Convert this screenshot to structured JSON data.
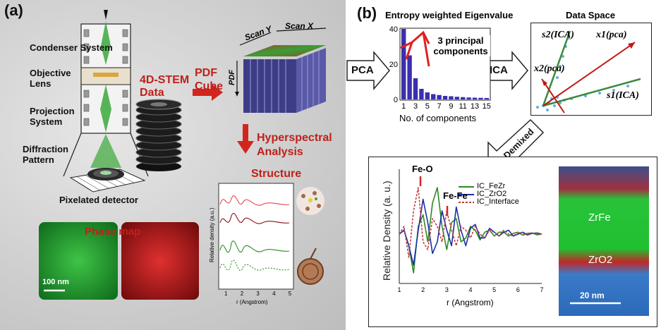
{
  "panel_a": {
    "label": "(a)",
    "microscope": {
      "condenser": "Condenser System",
      "objective": "Objective Lens",
      "projection": "Projection System",
      "diffraction": "Diffraction Pattern",
      "detector": "Pixelated detector"
    },
    "data_label": "4D-STEM Data",
    "pdf_cube_label": "PDF Cube",
    "cube_axes": {
      "scan_y": "Scan Y",
      "scan_x": "Scan X",
      "pdf": "PDF"
    },
    "hyperspectral": "Hyperspectral Analysis",
    "structure": "Structure",
    "phase_map": "Phase map",
    "scale_bar": "100 nm",
    "mini_plot": {
      "ylabel": "Relative density (a.u.)",
      "xlabel": "r (Angstrom)",
      "ticks": [
        "1",
        "2",
        "3",
        "4",
        "5"
      ]
    }
  },
  "panel_b": {
    "label": "(b)",
    "pca_arrow": "PCA",
    "ica_arrow": "ICA",
    "demixed_arrow": "Demixed",
    "eigen_title": "Entropy weighted Eigenvalue",
    "eigen_annotation": "3 principal components",
    "eigen_xlabel": "No. of components",
    "data_space_title": "Data Space",
    "vectors": {
      "s2": "s2(ICA)",
      "x1": "x1(pca)",
      "x2": "x2(pca)",
      "s1": "s1(ICA)"
    },
    "rdf": {
      "ylabel": "Relative Density (a. u.)",
      "xlabel": "r (Angstrom)",
      "peak1": "Fe-O",
      "peak2": "Fe-Fe",
      "legend": [
        "IC_FeZr",
        "IC_ZrO2",
        "IC_Interface"
      ]
    },
    "image_labels": {
      "top": "ZrFe",
      "bottom": "ZrO2",
      "scale": "20 nm"
    }
  },
  "chart_data": [
    {
      "type": "bar",
      "title": "Entropy weighted Eigenvalue",
      "xlabel": "No. of components",
      "ylabel": "",
      "tick_labels_x": [
        "1",
        "3",
        "5",
        "7",
        "9",
        "11",
        "13",
        "15"
      ],
      "tick_labels_y": [
        "0",
        "20",
        "40"
      ],
      "categories": [
        1,
        2,
        3,
        4,
        5,
        6,
        7,
        8,
        9,
        10,
        11,
        12,
        13,
        14,
        15
      ],
      "values": [
        40,
        25,
        12,
        6,
        4,
        3,
        2.5,
        2,
        1.8,
        1.5,
        1.3,
        1.1,
        1,
        0.9,
        0.8
      ],
      "ylim": [
        0,
        40
      ]
    },
    {
      "type": "line",
      "xlabel": "r (Angstrom)",
      "ylabel": "Relative Density (a. u.)",
      "xlim": [
        1,
        7
      ],
      "tick_labels_x": [
        "1",
        "2",
        "3",
        "4",
        "5",
        "6",
        "7"
      ],
      "series": [
        {
          "name": "IC_FeZr",
          "color": "#2e8b22",
          "x": [
            1,
            1.2,
            1.4,
            1.6,
            1.8,
            2.0,
            2.2,
            2.4,
            2.6,
            2.8,
            3.0,
            3.2,
            3.4,
            3.6,
            3.8,
            4.0,
            4.2,
            4.4,
            4.6,
            4.8,
            5.0,
            5.2,
            5.4,
            5.6,
            5.8,
            6.0,
            6.2,
            6.4,
            6.6,
            6.8,
            7.0
          ],
          "y": [
            0,
            0.1,
            -0.3,
            -1.0,
            0.2,
            0.5,
            -0.2,
            0.8,
            1.2,
            0.2,
            -0.4,
            0.3,
            0.4,
            -0.2,
            -0.1,
            0.2,
            0.1,
            -0.15,
            0.05,
            0.1,
            -0.05,
            0.05,
            0.05,
            -0.05,
            0.02,
            0.05,
            -0.03,
            0.02,
            0.03,
            -0.02,
            0
          ]
        },
        {
          "name": "IC_ZrO2",
          "color": "#1c2ea8",
          "x": [
            1,
            1.2,
            1.4,
            1.6,
            1.8,
            2.0,
            2.2,
            2.4,
            2.6,
            2.8,
            3.0,
            3.2,
            3.4,
            3.6,
            3.8,
            4.0,
            4.2,
            4.4,
            4.6,
            4.8,
            5.0,
            5.2,
            5.4,
            5.6,
            5.8,
            6.0,
            6.2,
            6.4,
            6.6,
            6.8,
            7.0
          ],
          "y": [
            0,
            0.1,
            -0.3,
            -0.8,
            0.1,
            0.9,
            0.3,
            -0.5,
            -0.2,
            0.6,
            0.1,
            -0.3,
            0.7,
            0.1,
            -0.3,
            0.15,
            0.25,
            -0.1,
            -0.1,
            0.15,
            0.05,
            -0.05,
            0.05,
            0.1,
            -0.05,
            0,
            0.05,
            -0.02,
            0.02,
            0.03,
            0
          ]
        },
        {
          "name": "IC_Interface",
          "color": "#c23b3b",
          "x": [
            1,
            1.2,
            1.4,
            1.6,
            1.8,
            2.0,
            2.2,
            2.4,
            2.6,
            2.8,
            3.0,
            3.2,
            3.4,
            3.6,
            3.8,
            4.0,
            4.2,
            4.4,
            4.6,
            4.8,
            5.0,
            5.2,
            5.4,
            5.6,
            5.8,
            6.0,
            6.2,
            6.4,
            6.6,
            6.8,
            7.0
          ],
          "y": [
            0,
            0.2,
            -0.6,
            0.6,
            1.2,
            -0.2,
            -0.4,
            0.4,
            0.2,
            -0.2,
            0.6,
            0.1,
            -0.3,
            0.2,
            0.1,
            -0.1,
            0.2,
            0,
            -0.1,
            0.1,
            0.05,
            -0.05,
            0.1,
            0,
            -0.05,
            0.05,
            0.02,
            -0.03,
            0.02,
            0.01,
            0
          ]
        }
      ]
    }
  ]
}
